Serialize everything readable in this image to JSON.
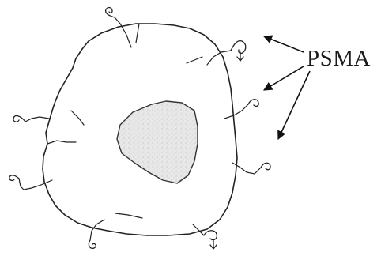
{
  "label": "PSMA",
  "colors": {
    "outline": "#222222",
    "nucleus_fill": "#e6e6e6",
    "arrow": "#111111",
    "background": "#ffffff"
  },
  "parts": {
    "membrane": "cell-membrane",
    "nucleus": "nucleus",
    "receptor_count": 13,
    "arrow_count": 3
  }
}
